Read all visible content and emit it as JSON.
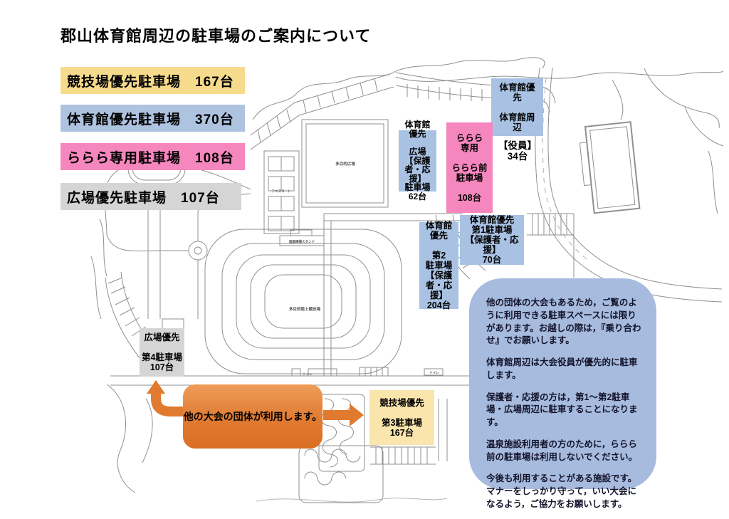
{
  "title": "郡山体育館周辺の駐車場のご案内について",
  "legend": {
    "items": [
      {
        "label": "競技場優先駐車場　167台",
        "color": "#F6DB8C"
      },
      {
        "label": "体育館優先駐車場　370台",
        "color": "#AEC3E0"
      },
      {
        "label": "ららら専用駐車場　108台",
        "color": "#F687BE"
      },
      {
        "label": "広場優先駐車場　107台",
        "color": "#D5D5D5"
      }
    ]
  },
  "map": {
    "boxes": [
      {
        "id": "gym",
        "text": "体育館優\n先\n\n体育館周\n辺",
        "color": "#A9C2E3"
      },
      {
        "id": "yakuin",
        "text": "【役員】\n34台",
        "color": "transparent"
      },
      {
        "id": "rarara",
        "text": "ららら\n専用\n\nららら前\n駐車場\n\n108台",
        "color": "#F687BE"
      },
      {
        "id": "hiroba62",
        "text": "体育館\n優先\n\n広場\n【保護者・応援】\n駐車場\n62台",
        "color": "#A9C2E3"
      },
      {
        "id": "dai2",
        "text": "体育館\n優先\n\n第2\n駐車場\n【保護者・応援】\n204台",
        "color": "#A9C2E3"
      },
      {
        "id": "dai1",
        "text": "体育館優先\n第1駐車場\n【保護者・応援】\n70台",
        "color": "#A9C2E3"
      },
      {
        "id": "dai4",
        "text": "広場優先\n\n第4駐車場\n107台",
        "color": "#D5D5D5"
      },
      {
        "id": "dai3",
        "text": "競技場優先\n\n第3駐車場\n167台",
        "color": "#FAE6AC"
      }
    ],
    "callout": {
      "text": "他の大会の団体が利用します。",
      "color": "#E07B31"
    },
    "tiny_labels": [
      {
        "text": "多目的広場"
      },
      {
        "text": "テニスコート"
      },
      {
        "text": "多目的陸上競技場"
      },
      {
        "text": "国旗掲揚スタンド"
      },
      {
        "text": "トイレ"
      },
      {
        "text": "トイレ"
      }
    ]
  },
  "info_box": {
    "color": "#A6BBDE",
    "paragraphs": [
      "他の団体の大会もあるため，ご覧のように利用できる駐車スペースには限りがあります。お越しの際は，『乗り合わせ』でお願いします。",
      "体育館周辺は大会役員が優先的に駐車します。",
      "保護者・応援の方は，第1～第2駐車場・広場周辺に駐車することになります。",
      "温泉施設利用者の方のために，ららら前の駐車場は利用しないでください。",
      "今後も利用することがある施設です。マナーをしっかり守って，いい大会になるよう，ご協力をお願いします。"
    ]
  }
}
